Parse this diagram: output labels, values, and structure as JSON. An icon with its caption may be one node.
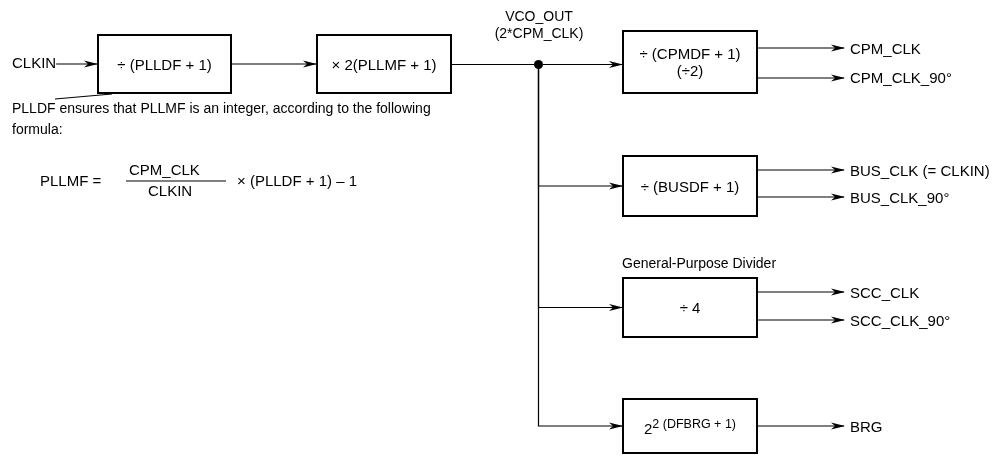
{
  "diagram": {
    "nodes": [
      {
        "text": [
          "CLKIN"
        ]
      },
      {
        "text": [
          "÷ (PLLDF + 1)"
        ]
      },
      {
        "text": [
          "× 2(PLLMF + 1)"
        ]
      },
      {
        "text": [],
        "shape": "circle",
        "beside": [
          "VCO_OUT (2*CPM_CLK)"
        ]
      },
      {
        "text": [
          "÷ (CPMDF + 1) (÷2)"
        ]
      },
      {
        "text": [
          "÷ (BUSDF + 1)"
        ]
      },
      {
        "text": [
          "General-Purpose Divider",
          "÷ 4"
        ]
      },
      {
        "text": [
          "2$^{2 (DFBRG + 1)}$"
        ]
      },
      {
        "text": [
          "CPM_CLK"
        ]
      },
      {
        "text": [
          "CPM_CLK_90°"
        ]
      },
      {
        "text": [
          "BUS_CLK (= CLKIN)"
        ]
      },
      {
        "text": [
          "BUS_CLK_90°"
        ]
      },
      {
        "text": [
          "SCC_CLK"
        ]
      },
      {
        "text": [
          "SCC_CLK_90°"
        ]
      },
      {
        "text": [
          "BRG"
        ]
      },
      {
        "text": [
          "PLLDF ensures that PLLMF is an integer, according to the following formula:"
        ]
      }
    ],
    "edges": [
      {
        "from": 0,
        "to": 1,
        "arrow": "to"
      },
      {
        "from": 1,
        "to": 2,
        "arrow": "to"
      },
      {
        "from": 2,
        "to": 3,
        "arrow": "none"
      },
      {
        "from": 3,
        "to": 4,
        "arrow": "to"
      },
      {
        "from": 3,
        "to": 5,
        "arrow": "to"
      },
      {
        "from": 3,
        "to": 6,
        "arrow": "to"
      },
      {
        "from": 3,
        "to": 7,
        "arrow": "to"
      },
      {
        "from": 4,
        "to": 8,
        "arrow": "to"
      },
      {
        "from": 4,
        "to": 9,
        "arrow": "to"
      },
      {
        "from": 5,
        "to": 10,
        "arrow": "to"
      },
      {
        "from": 5,
        "to": 11,
        "arrow": "to"
      },
      {
        "from": 6,
        "to": 12,
        "arrow": "to"
      },
      {
        "from": 6,
        "to": 13,
        "arrow": "to"
      },
      {
        "from": 7,
        "to": 14,
        "arrow": "to"
      },
      {
        "from": 15,
        "to": 1,
        "arrow": "none"
      }
    ],
    "labels": [
      "PLLMF =",
      "CPM_CLK",
      "CLKIN",
      "× (PLLDF + 1) – 1"
    ]
  }
}
